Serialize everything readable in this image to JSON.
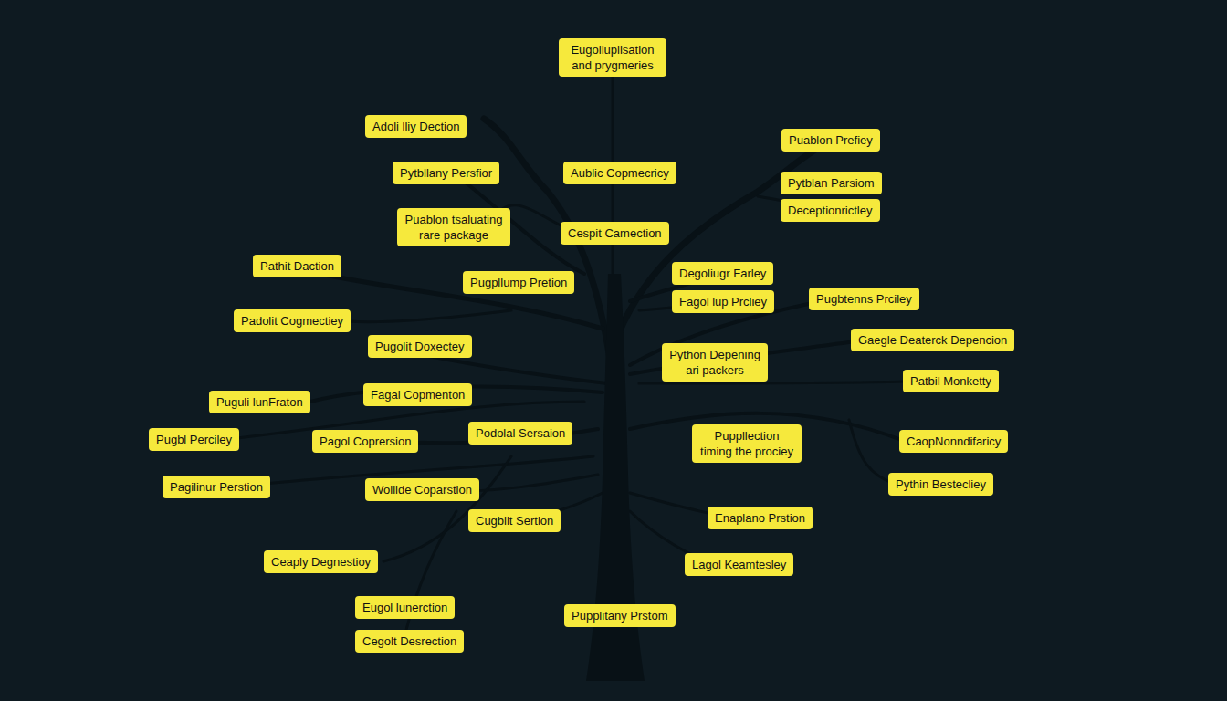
{
  "diagram": {
    "nodes": [
      {
        "text": [
          "Eugolluplisation and prygmeries"
        ]
      },
      {
        "text": [
          "Adoli lliy Dection"
        ]
      },
      {
        "text": [
          "Puablon Prefiey"
        ]
      },
      {
        "text": [
          "Pytbllany Persfior"
        ]
      },
      {
        "text": [
          "Aublic Copmecricy"
        ]
      },
      {
        "text": [
          "Pytblan Parsiom"
        ]
      },
      {
        "text": [
          "Deceptionrictley"
        ]
      },
      {
        "text": [
          "Puablon tsaluating rare package"
        ]
      },
      {
        "text": [
          "Cespit Camection"
        ]
      },
      {
        "text": [
          "Pathit Daction"
        ]
      },
      {
        "text": [
          "Degoliugr Farley"
        ]
      },
      {
        "text": [
          "Pugpllump Pretion"
        ]
      },
      {
        "text": [
          "Fagol lup Prcliey"
        ]
      },
      {
        "text": [
          "Pugbtenns Prciley"
        ]
      },
      {
        "text": [
          "Padolit Cogmectiey"
        ]
      },
      {
        "text": [
          "Gaegle Deaterck Depencion"
        ]
      },
      {
        "text": [
          "Pugolit Doxectey"
        ]
      },
      {
        "text": [
          "Python Depening ari packers"
        ]
      },
      {
        "text": [
          "Patbil Monketty"
        ]
      },
      {
        "text": [
          "Puguli lunFraton"
        ]
      },
      {
        "text": [
          "Fagal Copmenton"
        ]
      },
      {
        "text": [
          "Podolal Sersaion"
        ]
      },
      {
        "text": [
          "Pugbl Perciley"
        ]
      },
      {
        "text": [
          "Pagol Coprersion"
        ]
      },
      {
        "text": [
          "Puppllection timing the prociey"
        ]
      },
      {
        "text": [
          "CaopNonndifaricy"
        ]
      },
      {
        "text": [
          "Pagilinur Perstion"
        ]
      },
      {
        "text": [
          "Wollide Coparstion"
        ]
      },
      {
        "text": [
          "Pythin Bestecliey"
        ]
      },
      {
        "text": [
          "Cugbilt Sertion"
        ]
      },
      {
        "text": [
          "Enaplano Prstion"
        ]
      },
      {
        "text": [
          "Ceaply Degnestioy"
        ]
      },
      {
        "text": [
          "Lagol Keamtesley"
        ]
      },
      {
        "text": [
          "Eugol lunerction"
        ]
      },
      {
        "text": [
          "Pupplitany Prstom"
        ]
      },
      {
        "text": [
          "Cegolt Desrection"
        ]
      }
    ]
  }
}
